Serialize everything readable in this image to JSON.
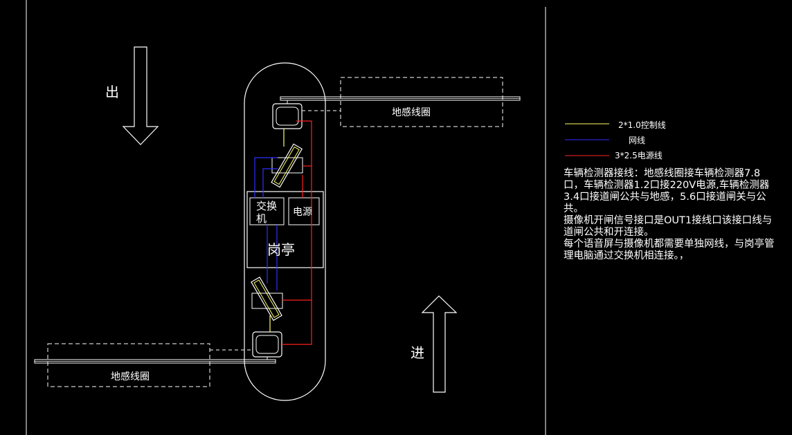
{
  "labels": {
    "exit": "出",
    "enter": "进",
    "loop_top": "地感线圈",
    "loop_bottom": "地感线圈",
    "switch": "交换\n机",
    "power": "电源",
    "booth": "岗亭"
  },
  "legend": [
    {
      "label": "2*1.0控制线",
      "color": "#ffff66"
    },
    {
      "label": "网线",
      "color": "#3030ff"
    },
    {
      "label": "3*2.5电源线",
      "color": "#ff2020"
    }
  ],
  "notes": [
    "车辆检测器接线：地感线圈接车辆检测器7.8口，车辆检测器1.2口接220V电源,车辆检测器3.4口接道闸公共与地感，5.6口接道闸关与公共。",
    "摄像机开闸信号接口是OUT1接线口该接口线与道闸公共和开连接。",
    "每个语音屏与摄像机都需要单独网线，与岗亭管理电脑通过交换机相连接。，"
  ]
}
